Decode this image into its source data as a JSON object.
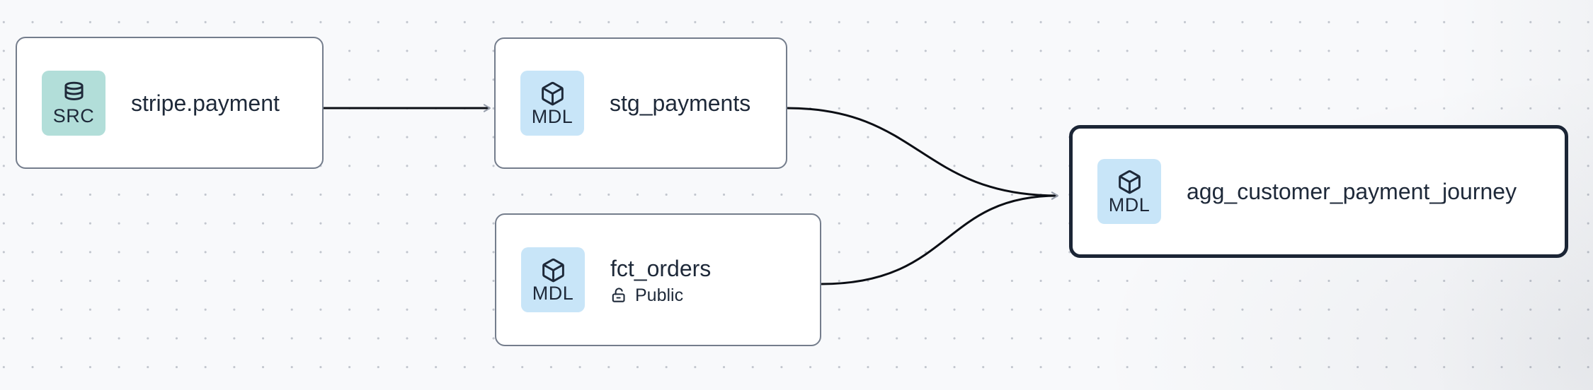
{
  "canvas": {
    "background_color": "#f8f9fb",
    "dot_color": "#c2c6ce",
    "node_border_color": "#747d8c",
    "selected_border_color": "#1b2535",
    "edge_color": "#0b0e14",
    "arrowhead_color": "#979eab",
    "text_color": "#1e2939",
    "source_badge_color": "#b2ded9",
    "model_badge_color": "#c8e5f8"
  },
  "nodes": [
    {
      "id": "stripe.payment",
      "label": "stripe.payment",
      "badge": "SRC",
      "kind": "source",
      "icon": "database-icon",
      "selected": false
    },
    {
      "id": "stg_payments",
      "label": "stg_payments",
      "badge": "MDL",
      "kind": "model",
      "icon": "cube-icon",
      "selected": false
    },
    {
      "id": "fct_orders",
      "label": "fct_orders",
      "badge": "MDL",
      "kind": "model",
      "icon": "cube-icon",
      "access": "Public",
      "selected": false
    },
    {
      "id": "agg_customer_payment_journey",
      "label": "agg_customer_payment_journey",
      "badge": "MDL",
      "kind": "model",
      "icon": "cube-icon",
      "selected": true
    }
  ],
  "edges": [
    {
      "from": "stripe.payment",
      "to": "stg_payments"
    },
    {
      "from": "stg_payments",
      "to": "agg_customer_payment_journey"
    },
    {
      "from": "fct_orders",
      "to": "agg_customer_payment_journey"
    }
  ]
}
